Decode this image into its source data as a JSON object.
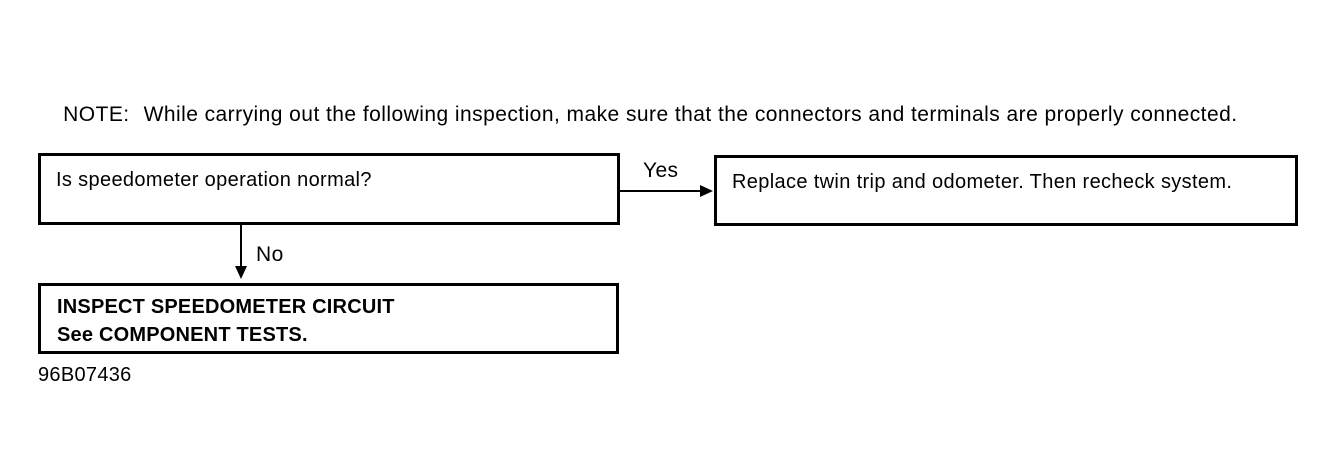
{
  "note": {
    "label": "NOTE:",
    "text": "While carrying out the following inspection, make sure that the connectors and terminals are properly connected."
  },
  "flowchart": {
    "nodes": {
      "question": {
        "text": "Is speedometer operation normal?"
      },
      "replace": {
        "text": "Replace twin trip and odometer. Then recheck system."
      },
      "inspect": {
        "line1": "INSPECT SPEEDOMETER CIRCUIT",
        "line2": "See COMPONENT TESTS."
      }
    },
    "edges": {
      "yes_label": "Yes",
      "no_label": "No"
    }
  },
  "figure_code": "96B07436",
  "colors": {
    "ink": "#000000",
    "page": "#ffffff"
  }
}
